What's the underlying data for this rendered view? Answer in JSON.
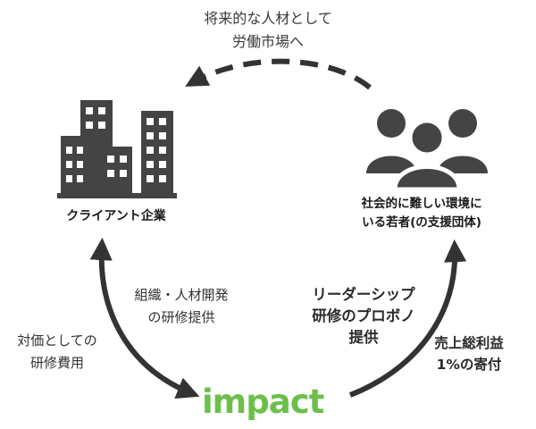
{
  "colors": {
    "ink": "#333333",
    "icon": "#444444",
    "brand_green": "#6cc04a"
  },
  "nodes": {
    "client": {
      "icon": "office-buildings-icon",
      "label": "クライアント企業"
    },
    "youth": {
      "icon": "people-group-icon",
      "label_lines": [
        "社会的に難しい環境に",
        "いる若者(の支援団体)"
      ]
    },
    "impact": {
      "brand_name": "impact"
    }
  },
  "flows": {
    "to_labor_market": {
      "style": "dashed",
      "label_lines": [
        "将来的な人材として",
        "労働市場へ"
      ]
    },
    "org_training": {
      "label_lines": [
        "組織・人材開発",
        "の研修提供"
      ]
    },
    "training_fee": {
      "label_lines": [
        "対価としての",
        "研修費用"
      ]
    },
    "probono": {
      "label_lines": [
        "リーダーシップ",
        "研修のプロボノ",
        "提供"
      ]
    },
    "donation": {
      "label_lines": [
        "売上総利益",
        "1%の寄付"
      ]
    }
  }
}
